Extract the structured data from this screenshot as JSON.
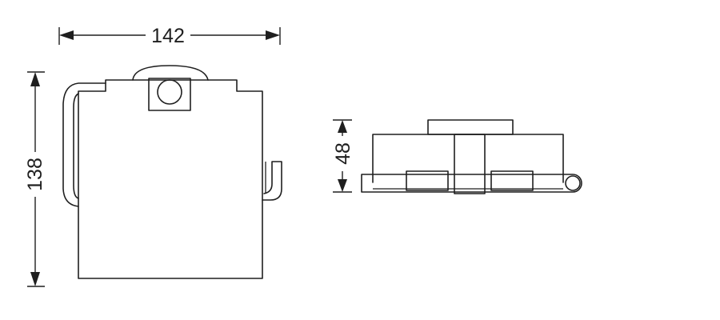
{
  "dimensions": {
    "width": "142",
    "height": "138",
    "depth": "48"
  },
  "colors": {
    "line": "#1f1f1f",
    "background": "#ffffff"
  }
}
